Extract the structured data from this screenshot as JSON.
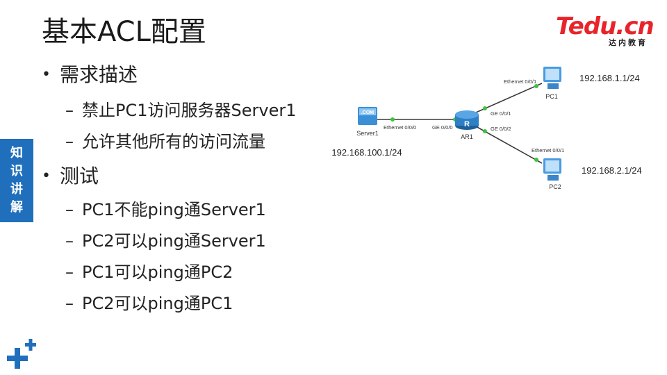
{
  "slide": {
    "title": "基本ACL配置"
  },
  "logo": {
    "brand": "Tedu.cn",
    "subtitle": "达内教育"
  },
  "side_tab": {
    "chars": [
      "知",
      "识",
      "讲",
      "解"
    ]
  },
  "bullets": [
    {
      "text": "需求描述",
      "children": [
        "禁止PC1访问服务器Server1",
        "允许其他所有的访问流量"
      ]
    },
    {
      "text": "测试",
      "children": [
        "PC1不能ping通Server1",
        "PC2可以ping通Server1",
        "PC1可以ping通PC2",
        "PC2可以ping通PC1"
      ]
    }
  ],
  "diagram": {
    "nodes": {
      "server1": {
        "label": "Server1",
        "icon_text": ".COM",
        "ip": "192.168.100.1/24"
      },
      "ar1": {
        "label": "AR1",
        "icon_text": "R"
      },
      "pc1": {
        "label": "PC1",
        "ip": "192.168.1.1/24"
      },
      "pc2": {
        "label": "PC2",
        "ip": "192.168.2.1/24"
      }
    },
    "ports": {
      "server1_eth": "Ethernet 0/0/0",
      "ar1_ge000": "GE 0/0/0",
      "ar1_ge001": "GE 0/0/1",
      "ar1_ge002": "GE 0/0/2",
      "pc1_eth": "Ethernet 0/0/1",
      "pc2_eth": "Ethernet 0/0/1"
    },
    "colors": {
      "link": "#3a3a3a",
      "port_dot": "#3cc43c",
      "router": "#2e7fc4",
      "server": "#3b8fd6",
      "pc": "#4a9be0"
    }
  },
  "colors": {
    "side_tab": "#1f6fbd",
    "logo_red": "#e8242b",
    "deco_blue": "#1f6fbd"
  }
}
